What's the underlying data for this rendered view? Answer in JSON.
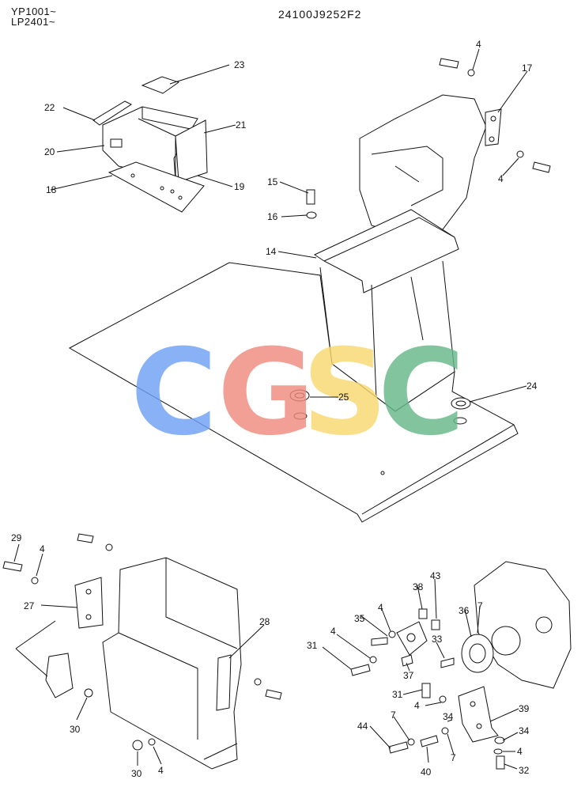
{
  "header": {
    "model_range_a": "YP1001~",
    "model_range_b": "LP2401~",
    "document_code": "24100J9252F2"
  },
  "watermark": {
    "letters": [
      "C",
      "G",
      "S",
      "C"
    ],
    "colors": [
      "#6fa0f5",
      "#f08a80",
      "#f8d870",
      "#66b888"
    ]
  },
  "callouts": {
    "top": [
      "23",
      "22",
      "21",
      "20",
      "18",
      "19",
      "17",
      "4",
      "4",
      "15",
      "16",
      "14",
      "25",
      "24"
    ],
    "bottom_left": [
      "29",
      "4",
      "27",
      "28",
      "30",
      "30",
      "4"
    ],
    "bottom_right": [
      "43",
      "38",
      "35",
      "4",
      "36",
      "7",
      "4",
      "33",
      "31",
      "37",
      "31",
      "4",
      "34",
      "39",
      "44",
      "7",
      "40",
      "7",
      "34",
      "4",
      "32"
    ]
  }
}
